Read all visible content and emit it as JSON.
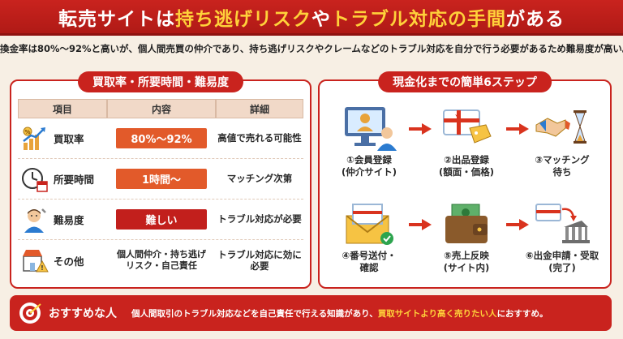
{
  "title": {
    "part1": "転売サイトは",
    "part2": "持ち逃げリスク",
    "part3": "や",
    "part4": "トラブル対応の手間",
    "part5": "がある"
  },
  "subtitle": "換金率は80%〜92%と高いが、個人間売買の仲介であり、持ち逃げリスクやクレームなどのトラブル対応を自分で行う必要があるため難易度が高い。",
  "left_panel": {
    "header": "買取率・所要時間・難易度",
    "columns": [
      "項目",
      "内容",
      "詳細"
    ],
    "rows": [
      {
        "item": "買取率",
        "content": "80%〜92%",
        "detail": "高値で売れる可能性",
        "icon": "percent-growth-icon"
      },
      {
        "item": "所要時間",
        "content": "1時間〜",
        "detail": "マッチング次第",
        "icon": "clock-calendar-icon"
      },
      {
        "item": "難易度",
        "content": "難しい",
        "detail": "トラブル対応が必要",
        "icon": "worried-person-icon"
      },
      {
        "item": "その他",
        "content": "個人間仲介・持ち逃げリスク・自己責任",
        "detail": "トラブル対応に効に必要",
        "icon": "shop-warning-icon"
      }
    ]
  },
  "right_panel": {
    "header": "現金化までの簡単6ステップ",
    "steps": [
      {
        "label": "①会員登録",
        "sub": "(仲介サイト)",
        "icon": "computer-user-icon"
      },
      {
        "label": "②出品登録",
        "sub": "(額面・価格)",
        "icon": "gift-card-tag-icon"
      },
      {
        "label": "③マッチング",
        "sub": "待ち",
        "icon": "handshake-hourglass-icon"
      },
      {
        "label": "④番号送付・",
        "sub": "確認",
        "icon": "envelope-card-check-icon"
      },
      {
        "label": "⑤売上反映",
        "sub": "(サイト内)",
        "icon": "wallet-cash-icon"
      },
      {
        "label": "⑥出金申請・受取",
        "sub": "(完了)",
        "icon": "card-bank-icon"
      }
    ]
  },
  "bottom": {
    "label": "おすすめな人",
    "text_part1": "個人間取引のトラブル対応などを自己責任で行える知識があり、",
    "text_part2": "買取サイトより高く売りたい人",
    "text_part3": "におすすめ。"
  },
  "colors": {
    "brand_red": "#c9231e",
    "orange": "#e25a2a",
    "yellow_highlight": "#ffd23a",
    "background": "#f7efe4"
  }
}
